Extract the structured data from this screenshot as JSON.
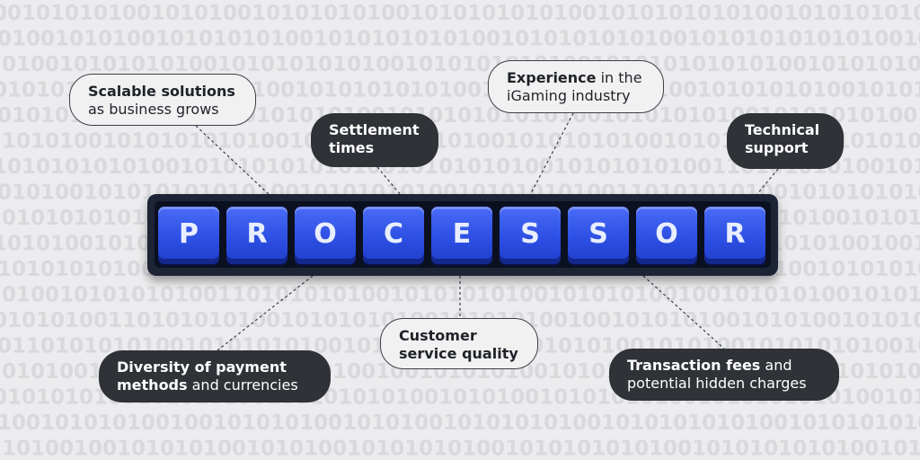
{
  "background_binary": "00101010100101010010101010100101010101010010101010101001010101010101001010101010010101010100110101010100101010101001010101001",
  "keyboard": {
    "keys": [
      "P",
      "R",
      "O",
      "C",
      "E",
      "S",
      "S",
      "O",
      "R"
    ],
    "key_color": "#2d4fe3",
    "board_color": "#1d2436"
  },
  "labels": {
    "scalable": {
      "bold": "Scalable solutions",
      "rest": "as business grows"
    },
    "settlement": {
      "line1": "Settlement",
      "line2": "times"
    },
    "experience": {
      "bold": "Experience",
      "rest1": " in the",
      "rest2": "iGaming industry"
    },
    "technical": {
      "line1": "Technical",
      "line2": "support"
    },
    "customer": {
      "line1": "Customer",
      "line2": "service quality"
    },
    "diversity": {
      "bold1": "Diversity of payment",
      "bold2": "methods",
      "rest": " and currencies"
    },
    "transaction": {
      "bold": "Transaction fees",
      "rest1": " and",
      "rest2": "potential hidden charges"
    }
  },
  "colors": {
    "dark_bubble": "#2f3237",
    "light_bubble": "#f1f1f2",
    "text_dark": "#1f2328"
  }
}
